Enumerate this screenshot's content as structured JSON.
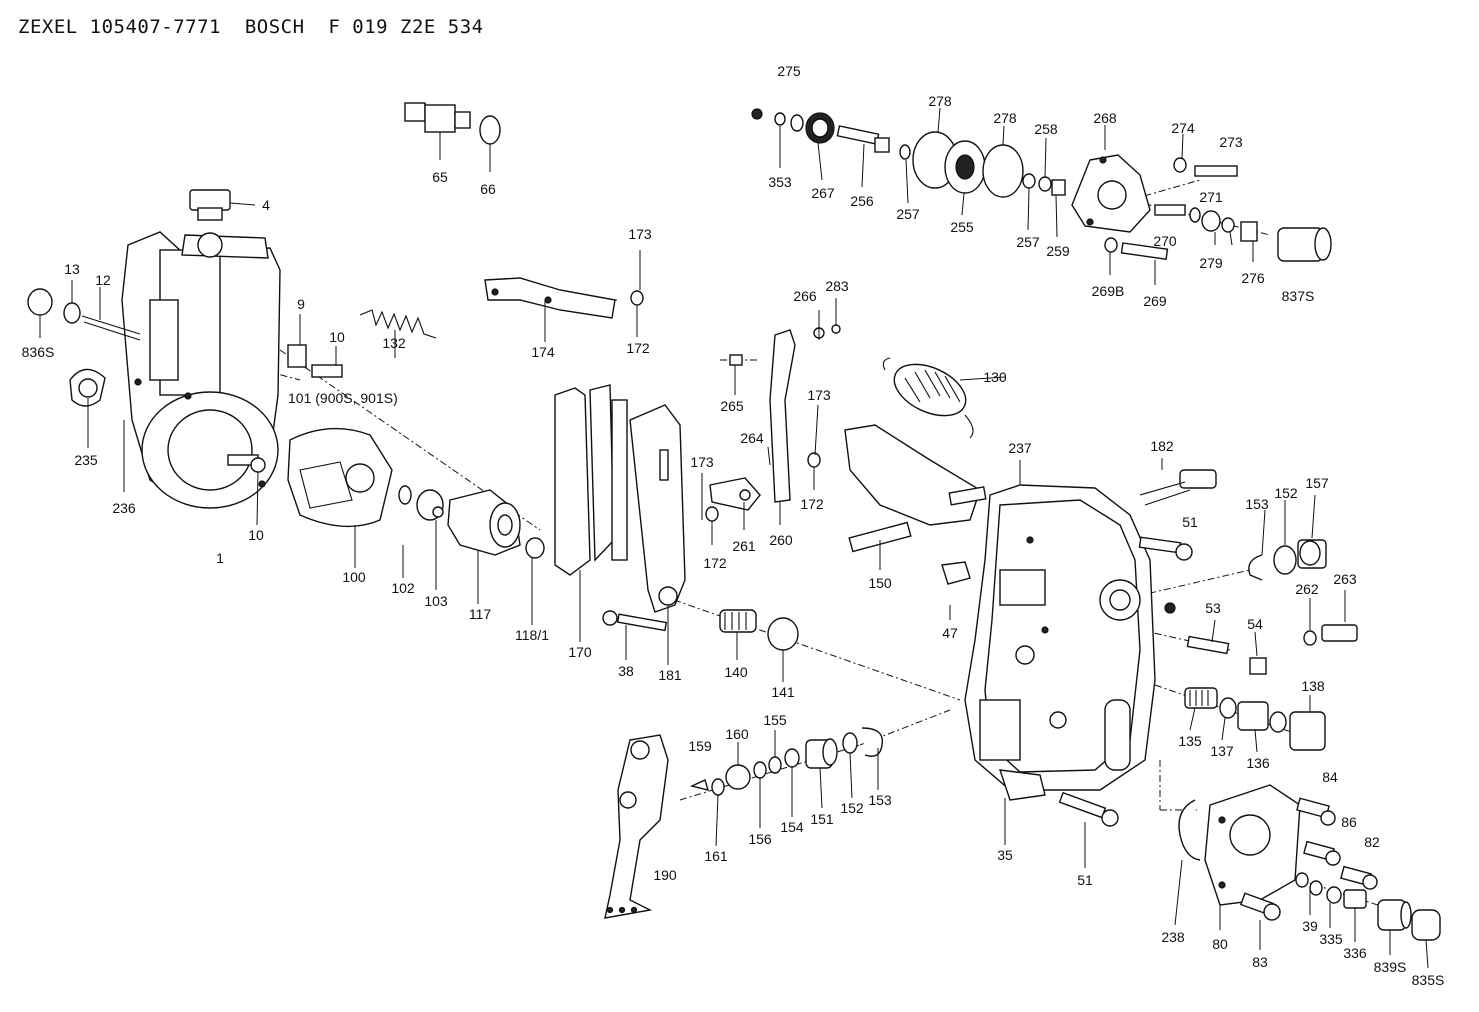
{
  "header": "ZEXEL 105407-7771  BOSCH  F 019 Z2E 534",
  "labels": {
    "l_275": "275",
    "l_278a": "278",
    "l_278b": "278",
    "l_268": "268",
    "l_274": "274",
    "l_273": "273",
    "l_258": "258",
    "l_353": "353",
    "l_267": "267",
    "l_256": "256",
    "l_257a": "257",
    "l_255": "255",
    "l_257b": "257",
    "l_259": "259",
    "l_271": "271",
    "l_270": "270",
    "l_279": "279",
    "l_276": "276",
    "l_269b": "269B",
    "l_269": "269",
    "l_837s": "837S",
    "l_65": "65",
    "l_66": "66",
    "l_4": "4",
    "l_13": "13",
    "l_12": "12",
    "l_836s": "836S",
    "l_9": "9",
    "l_10a": "10",
    "l_132": "132",
    "l_101": "101 (900S, 901S)",
    "l_235": "235",
    "l_236": "236",
    "l_10b": "10",
    "l_1": "1",
    "l_173a": "173",
    "l_172a": "172",
    "l_174": "174",
    "l_266": "266",
    "l_283": "283",
    "l_265": "265",
    "l_173b": "173",
    "l_264": "264",
    "l_173c": "173",
    "l_172b": "172",
    "l_261": "261",
    "l_260": "260",
    "l_172c": "172",
    "l_130": "130",
    "l_150": "150",
    "l_237": "237",
    "l_182": "182",
    "l_51a": "51",
    "l_153a": "153",
    "l_152a": "152",
    "l_157": "157",
    "l_47": "47",
    "l_53": "53",
    "l_54": "54",
    "l_262": "262",
    "l_263": "263",
    "l_100": "100",
    "l_102": "102",
    "l_103": "103",
    "l_117": "117",
    "l_118": "118/1",
    "l_170": "170",
    "l_38": "38",
    "l_181": "181",
    "l_140": "140",
    "l_141": "141",
    "l_135": "135",
    "l_137": "137",
    "l_136": "136",
    "l_138": "138",
    "l_159": "159",
    "l_160": "160",
    "l_155": "155",
    "l_161": "161",
    "l_156": "156",
    "l_154": "154",
    "l_151": "151",
    "l_152b": "152",
    "l_153b": "153",
    "l_190": "190",
    "l_35": "35",
    "l_51b": "51",
    "l_84": "84",
    "l_86": "86",
    "l_82": "82",
    "l_238": "238",
    "l_80": "80",
    "l_83": "83",
    "l_39": "39",
    "l_335": "335",
    "l_336": "336",
    "l_839s": "839S",
    "l_835s": "835S"
  }
}
